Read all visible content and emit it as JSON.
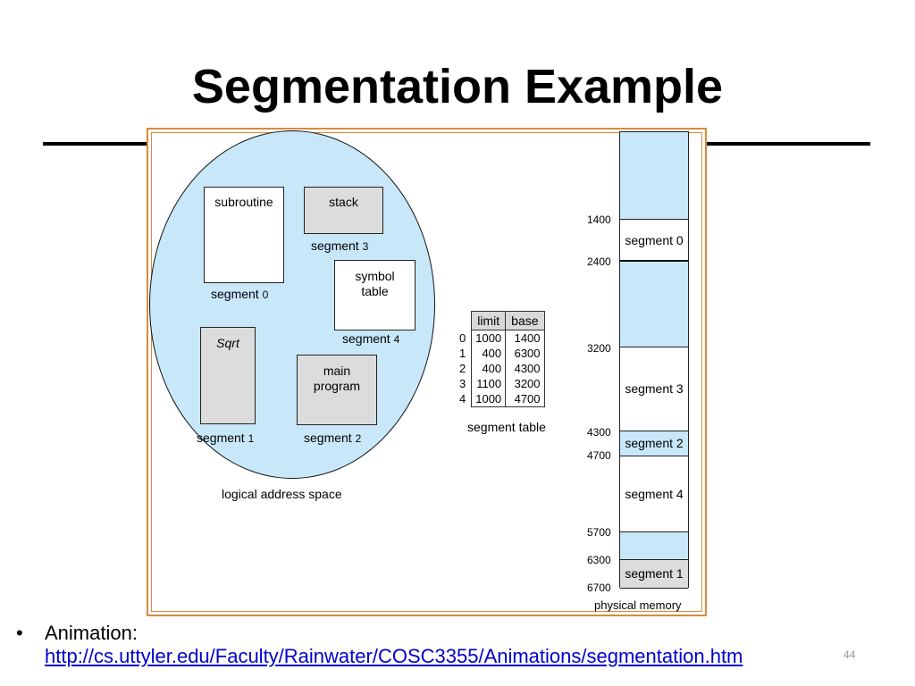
{
  "slide": {
    "title": "Segmentation Example",
    "slide_number": "44"
  },
  "colors": {
    "logical_space": "#c8e8fa",
    "frame_border": "#d98a3c",
    "segment_grey": "#dcdcdc",
    "link": "#0000cc"
  },
  "logical": {
    "label": "logical address space",
    "boxes": {
      "subroutine": "subroutine",
      "stack": "stack",
      "symbol_table_line1": "symbol",
      "symbol_table_line2": "table",
      "sqrt": "Sqrt",
      "main_line1": "main",
      "main_line2": "program"
    },
    "segment_word": "segment",
    "segment_numbers": {
      "s0": "0",
      "s1": "1",
      "s2": "2",
      "s3": "3",
      "s4": "4"
    }
  },
  "segment_table": {
    "caption": "segment table",
    "headers": [
      "limit",
      "base"
    ],
    "rows": [
      {
        "index": "0",
        "limit": "1000",
        "base": "1400"
      },
      {
        "index": "1",
        "limit": "400",
        "base": "6300"
      },
      {
        "index": "2",
        "limit": "400",
        "base": "4300"
      },
      {
        "index": "3",
        "limit": "1100",
        "base": "3200"
      },
      {
        "index": "4",
        "limit": "1000",
        "base": "4700"
      }
    ]
  },
  "physical_memory": {
    "caption": "physical memory",
    "addresses": [
      "1400",
      "2400",
      "3200",
      "4300",
      "4700",
      "5700",
      "6300",
      "6700"
    ],
    "segments": {
      "seg0": "segment 0",
      "seg3": "segment 3",
      "seg2": "segment 2",
      "seg4": "segment 4",
      "seg1": "segment 1"
    }
  },
  "bullet": {
    "marker": "•",
    "label": "Animation:",
    "url": "http://cs.uttyler.edu/Faculty/Rainwater/COSC3355/Animations/segmentation.htm"
  }
}
